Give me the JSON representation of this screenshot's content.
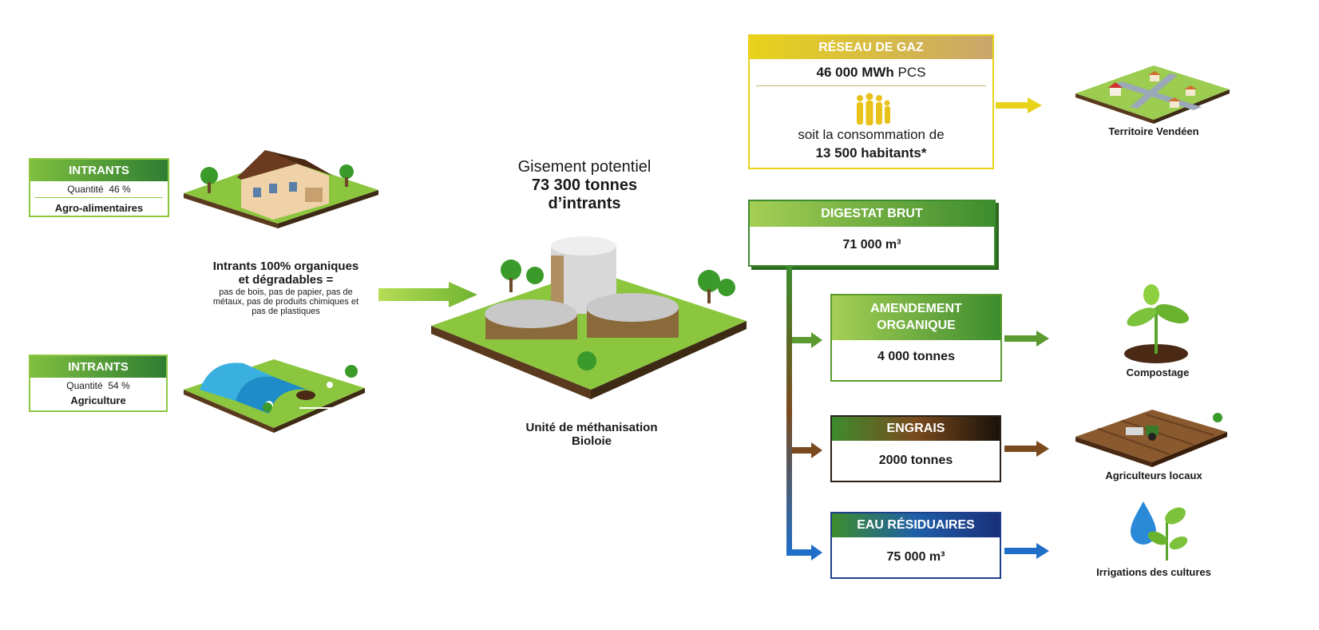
{
  "intrants_agro": {
    "header": "INTRANTS",
    "quantity_label": "Quantité",
    "quantity_value": "46 %",
    "name": "Agro-alimentaires"
  },
  "intrants_agri": {
    "header": "INTRANTS",
    "quantity_label": "Quantité",
    "quantity_value": "54 %",
    "name": "Agriculture"
  },
  "organic_note": {
    "title_line1": "Intrants 100% organiques",
    "title_line2": "et dégradables =",
    "line1": "pas de bois, pas de papier, pas de",
    "line2": "métaux, pas de produits chimiques et",
    "line3": "pas de plastiques"
  },
  "gisement": {
    "label": "Gisement potentiel",
    "value": "73 300 tonnes",
    "unit": "d’intrants"
  },
  "unit_label": {
    "line1": "Unité de méthanisation",
    "line2": "Bioloie"
  },
  "gas": {
    "header": "RÉSEAU DE GAZ",
    "value_bold": "46 000 MWh",
    "value_unit": "PCS",
    "soit": "soit la consommation de",
    "habitants": "13 500 habitants*",
    "destination": "Territoire Vendéen"
  },
  "digestat": {
    "header": "DIGESTAT BRUT",
    "value": "71 000 m³"
  },
  "amendement": {
    "header_line1": "AMENDEMENT",
    "header_line2": "ORGANIQUE",
    "value": "4 000 tonnes",
    "destination": "Compostage"
  },
  "engrais": {
    "header": "ENGRAIS",
    "value": "2000 tonnes",
    "destination": "Agriculteurs locaux"
  },
  "eau": {
    "header": "EAU RÉSIDUAIRES",
    "value": "75 000 m³",
    "destination": "Irrigations des cultures"
  },
  "colors": {
    "green_dark": "#3d8c2e",
    "green_light": "#8dc63f",
    "yellow": "#e8d21a",
    "brown": "#7a4a1e",
    "blue": "#1f5fa8"
  }
}
